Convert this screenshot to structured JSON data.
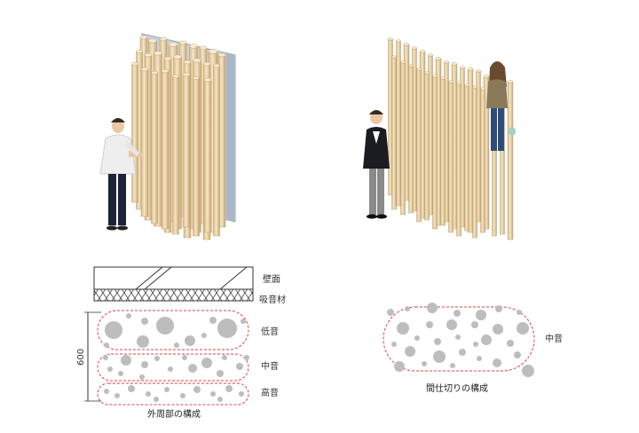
{
  "left_diagram": {
    "labels": {
      "wall": "壁面",
      "absorber": "吸音材",
      "low": "低音",
      "mid": "中音",
      "high": "高音"
    },
    "dimension": "600",
    "caption": "外周部の構成"
  },
  "right_diagram": {
    "label": "中音",
    "caption": "間仕切りの構成"
  },
  "colors": {
    "pole_light": "#f1e2c3",
    "pole_mid": "#e2c99b",
    "pole_dark": "#c9a772",
    "wall": "#c8d3de",
    "circle": "#bdbdbd",
    "dash": "#e0404a"
  }
}
